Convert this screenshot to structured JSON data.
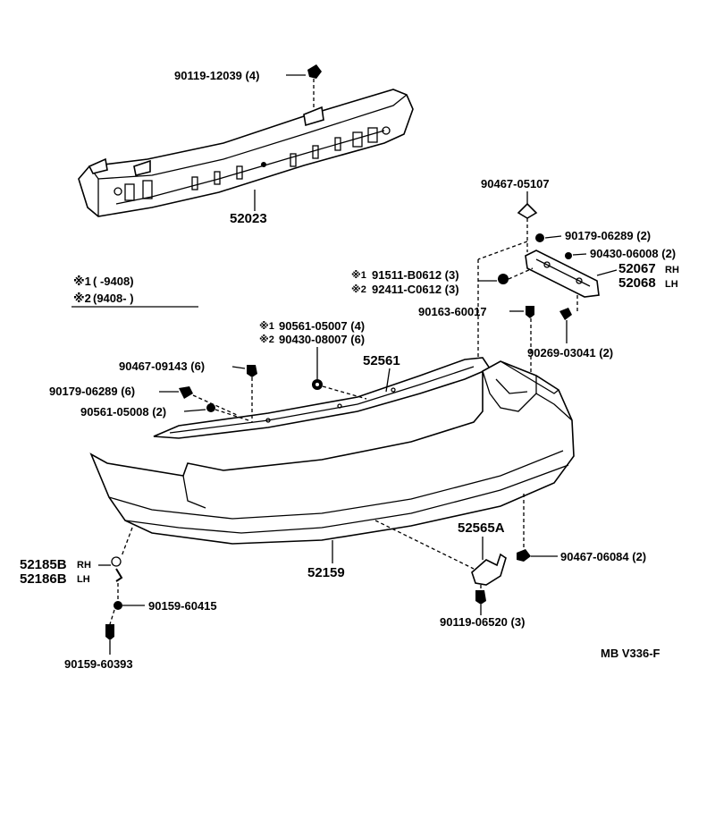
{
  "diagram": {
    "callouts": {
      "bolt_top": "90119-12039 (4)",
      "reinforcement": "52023",
      "clip_bracket_top": "90467-05107",
      "nut_bracket_1": "90179-06289 (2)",
      "washer_bracket": "90430-06008 (2)",
      "bracket_rh": "52067",
      "bracket_lh": "52068",
      "nut_side_1": "91511-B0612 (3)",
      "nut_side_2": "92411-C0612 (3)",
      "clip_side": "90163-60017",
      "screw_side": "90269-03041 (2)",
      "washer_a": "90561-05007 (4)",
      "washer_b": "90430-08007 (6)",
      "retainer": "52561",
      "clip_left": "90467-09143 (6)",
      "nut_left": "90179-06289 (6)",
      "washer_left": "90561-05008 (2)",
      "seal_rh": "52185B",
      "seal_lh": "52186B",
      "nut_bottom": "90159-60415",
      "screw_bottom_left": "90159-60393",
      "cover": "52159",
      "guard": "52565A",
      "clip_bottom_right": "90467-06084 (2)",
      "bolt_bottom": "90119-06520 (3)",
      "diagram_code": "MB V336-F"
    },
    "suffix_rh": "RH",
    "suffix_lh": "LH",
    "marks": {
      "m1": "※1",
      "m2": "※2"
    },
    "legend": {
      "row1_mark": "※1",
      "row1_text": "(        -9408)",
      "row2_mark": "※2",
      "row2_text": "(9408-        )"
    }
  }
}
